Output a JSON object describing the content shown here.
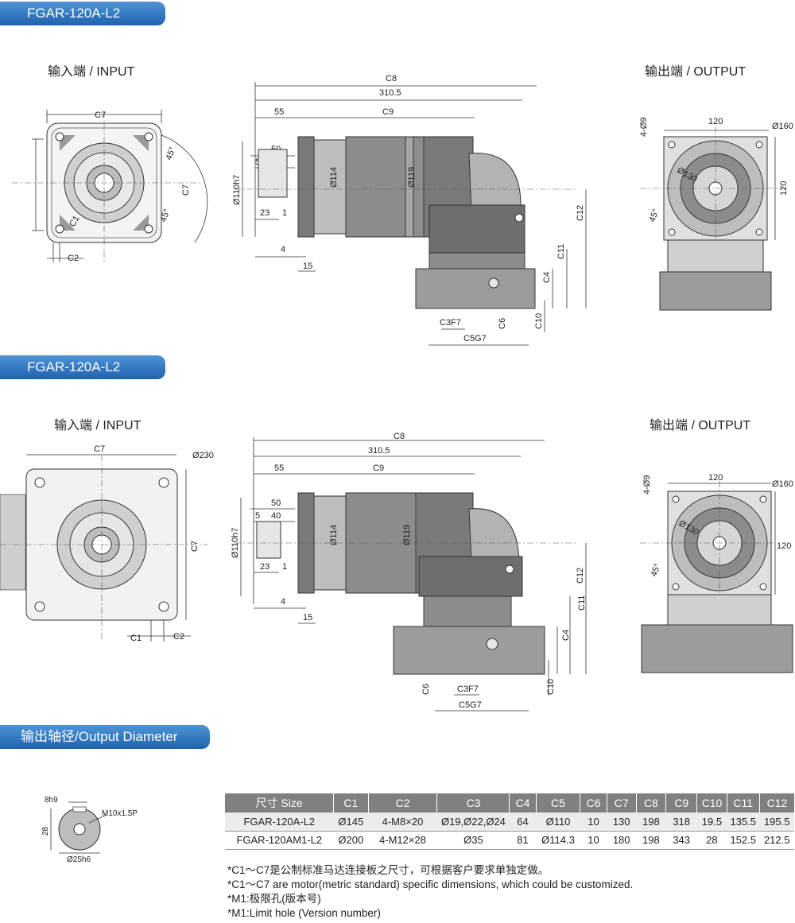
{
  "sections": {
    "top_title": "FGAR-120A-L2",
    "middle_title": "FGAR-120A-L2",
    "shaft_title": "输出轴径/Output Diameter"
  },
  "labels": {
    "input": "输入端 / INPUT",
    "output": "输出端 / OUTPUT"
  },
  "dims": {
    "c1": "C1",
    "c2": "C2",
    "c4": "C4",
    "c6": "C6",
    "c7": "C7",
    "c8": "C8",
    "c9": "C9",
    "c10": "C10",
    "c11": "C11",
    "c12": "C12",
    "c3f7": "C3F7",
    "c5g7": "C5G7",
    "deg45": "45°",
    "len310": "310.5",
    "d55": "55",
    "d50": "50",
    "d40": "40",
    "d5": "5",
    "d23": "23",
    "d1": "1",
    "d4": "4",
    "d15": "15",
    "dia110": "Ø110h7",
    "dia114": "Ø114",
    "dia119": "Ø119",
    "dia230": "Ø230",
    "d120": "120",
    "dia160": "Ø160",
    "dia130": "Ø130",
    "holes": "4-Ø9",
    "shaft_key": "8h9",
    "shaft_thread": "M10x1.5P",
    "shaft_height": "28",
    "shaft_dia": "Ø25h6"
  },
  "table": {
    "headers": [
      "尺寸 Size",
      "C1",
      "C2",
      "C3",
      "C4",
      "C5",
      "C6",
      "C7",
      "C8",
      "C9",
      "C10",
      "C11",
      "C12"
    ],
    "rows": [
      [
        "FGAR-120A-L2",
        "Ø145",
        "4-M8×20",
        "Ø19,Ø22,Ø24",
        "64",
        "Ø110",
        "10",
        "130",
        "198",
        "318",
        "19.5",
        "135.5",
        "195.5"
      ],
      [
        "FGAR-120AM1-L2",
        "Ø200",
        "4-M12×28",
        "Ø35",
        "81",
        "Ø114.3",
        "10",
        "180",
        "198",
        "343",
        "28",
        "152.5",
        "212.5"
      ]
    ]
  },
  "notes": [
    "*C1～C7是公制标准马达连接板之尺寸，可根据客户要求单独定做。",
    "*C1～C7 are motor(metric standard) specific dimensions, which could be customized.",
    "*M1:极限孔(版本号)",
    "*M1:Limit hole (Version number)"
  ],
  "colors": {
    "tab_top": "#4e94d6",
    "tab_bottom": "#1f63ae",
    "table_header": "#808080",
    "body_gray": "#8a8a8a",
    "dark_gray": "#6e6e6e"
  }
}
